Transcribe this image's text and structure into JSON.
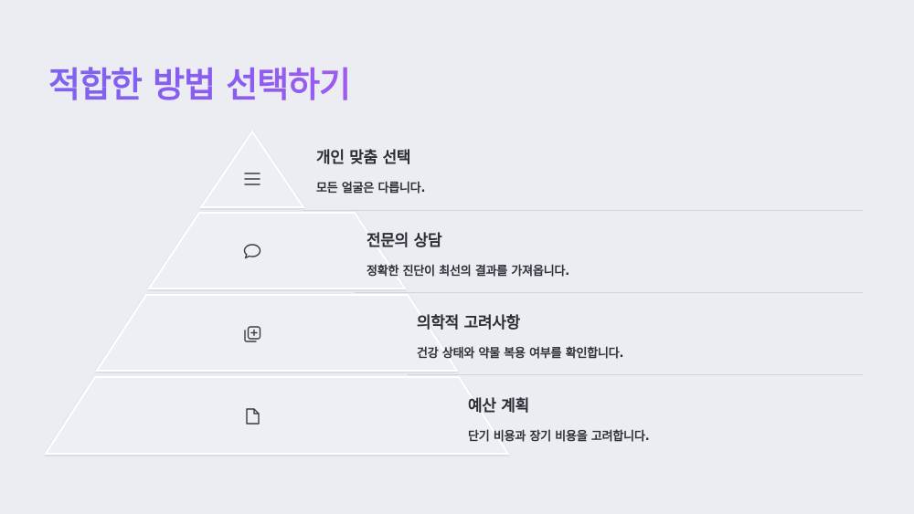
{
  "title": "적합한 방법 선택하기",
  "levels": [
    {
      "heading": "개인 맞춤 선택",
      "description": "모든 얼굴은 다릅니다.",
      "icon": "menu-icon"
    },
    {
      "heading": "전문의 상담",
      "description": "정확한 진단이 최선의 결과를 가져옵니다.",
      "icon": "speech-bubble-icon"
    },
    {
      "heading": "의학적 고려사항",
      "description": "건강 상태와 약물 복용 여부를 확인합니다.",
      "icon": "medical-cross-icon"
    },
    {
      "heading": "예산 계획",
      "description": "단기 비용과 장기 비용을 고려합니다.",
      "icon": "document-icon"
    }
  ],
  "colors": {
    "background": "#ecedf3",
    "title_gradient_start": "#7f63ef",
    "title_gradient_end": "#9d5cf0",
    "text": "#2b2b33"
  }
}
